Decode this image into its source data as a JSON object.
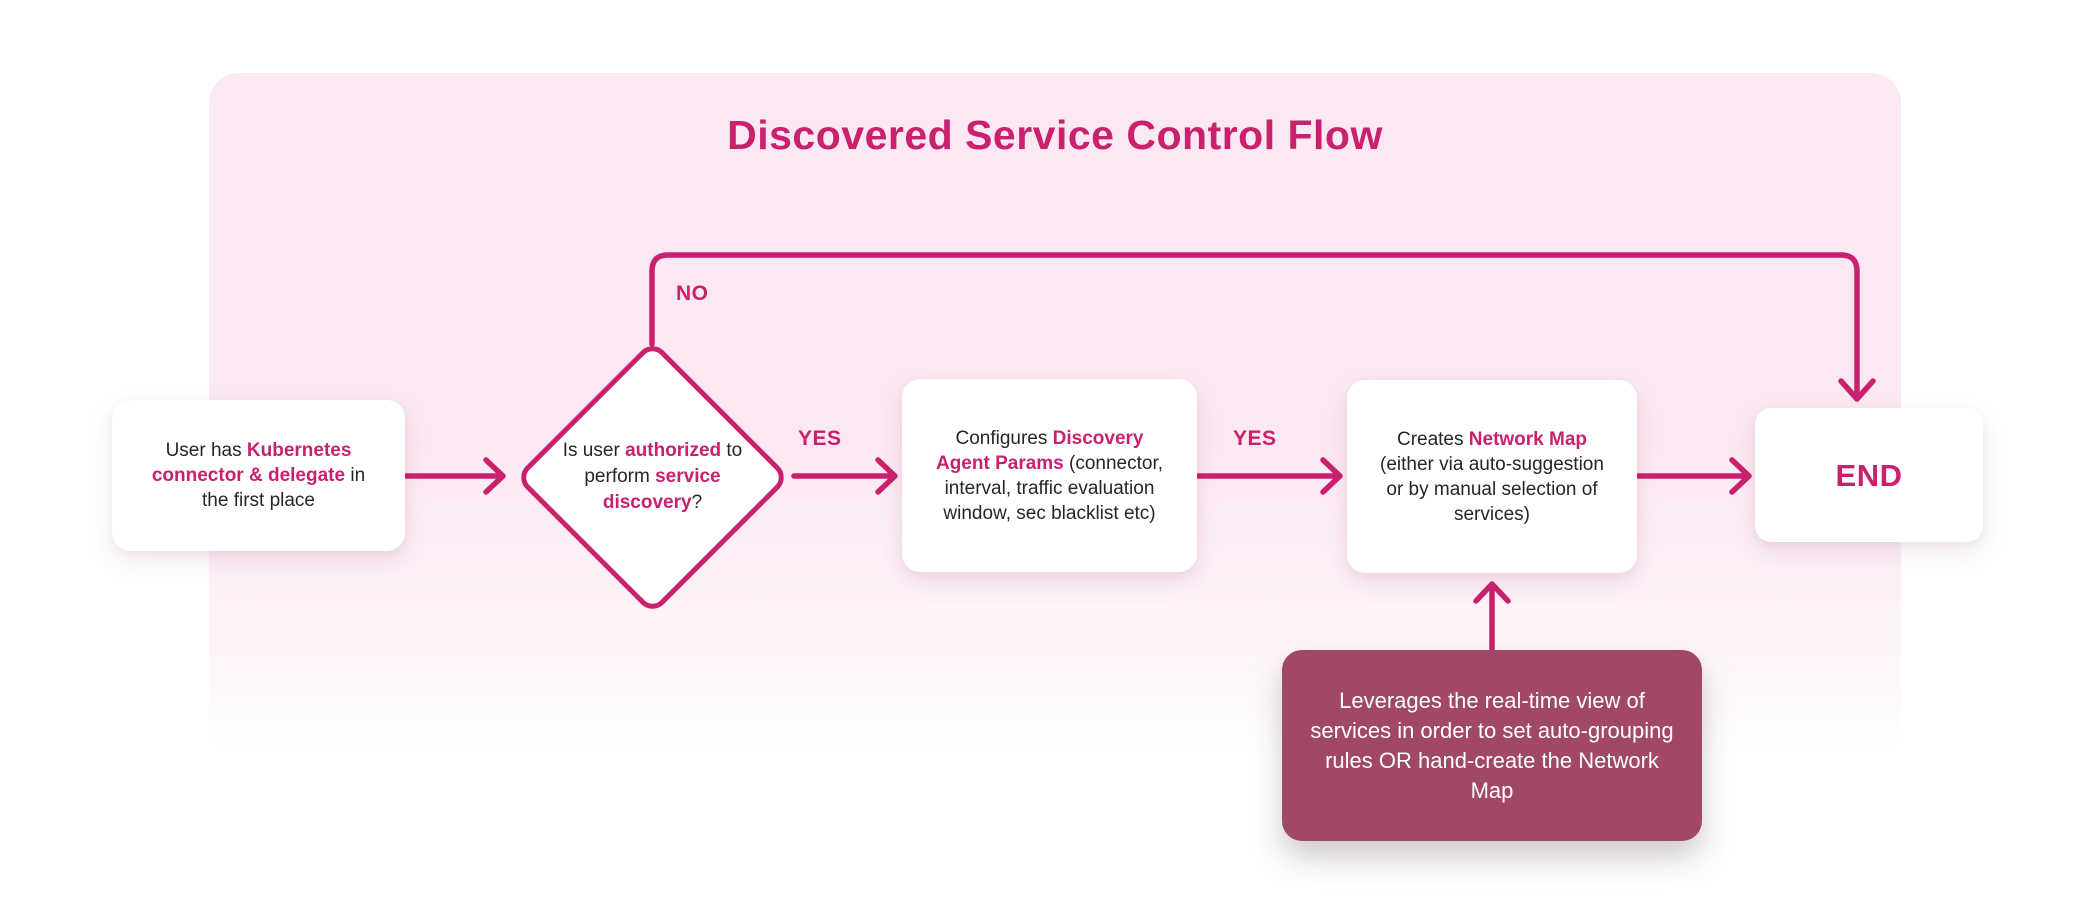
{
  "title": "Discovered Service Control Flow",
  "colors": {
    "accent": "#C9216E",
    "canvas_pink": "#FBE8F3",
    "note_fill": "#A04866",
    "node_fill": "#FFFFFF",
    "text_dark": "#26262A",
    "note_text": "#FFFFFF"
  },
  "flow": {
    "start": {
      "segments": [
        {
          "text": "User has ",
          "em": false
        },
        {
          "text": "Kubernetes connector & delegate",
          "em": true
        },
        {
          "text": " in the first place",
          "em": false
        }
      ]
    },
    "decision": {
      "segments": [
        {
          "text": "Is user ",
          "em": false
        },
        {
          "text": "authorized",
          "em": true
        },
        {
          "text": " to perform ",
          "em": false
        },
        {
          "text": "service discovery",
          "em": true
        },
        {
          "text": "?",
          "em": false
        }
      ]
    },
    "configure": {
      "segments": [
        {
          "text": "Configures ",
          "em": false
        },
        {
          "text": "Discovery Agent Params",
          "em": true
        },
        {
          "text": " (connector, interval, traffic evaluation window, sec blacklist etc)",
          "em": false
        }
      ]
    },
    "create_map": {
      "segments": [
        {
          "text": "Creates ",
          "em": false
        },
        {
          "text": "Network Map",
          "em": true
        },
        {
          "text": " (either via auto-suggestion or by manual selection of services)",
          "em": false
        }
      ]
    },
    "end": {
      "label": "END"
    },
    "note": {
      "text": "Leverages the real-time view of services in order to set auto-grouping rules OR hand-create the Network Map"
    },
    "labels": {
      "yes1": "YES",
      "yes2": "YES",
      "no": "NO"
    }
  }
}
